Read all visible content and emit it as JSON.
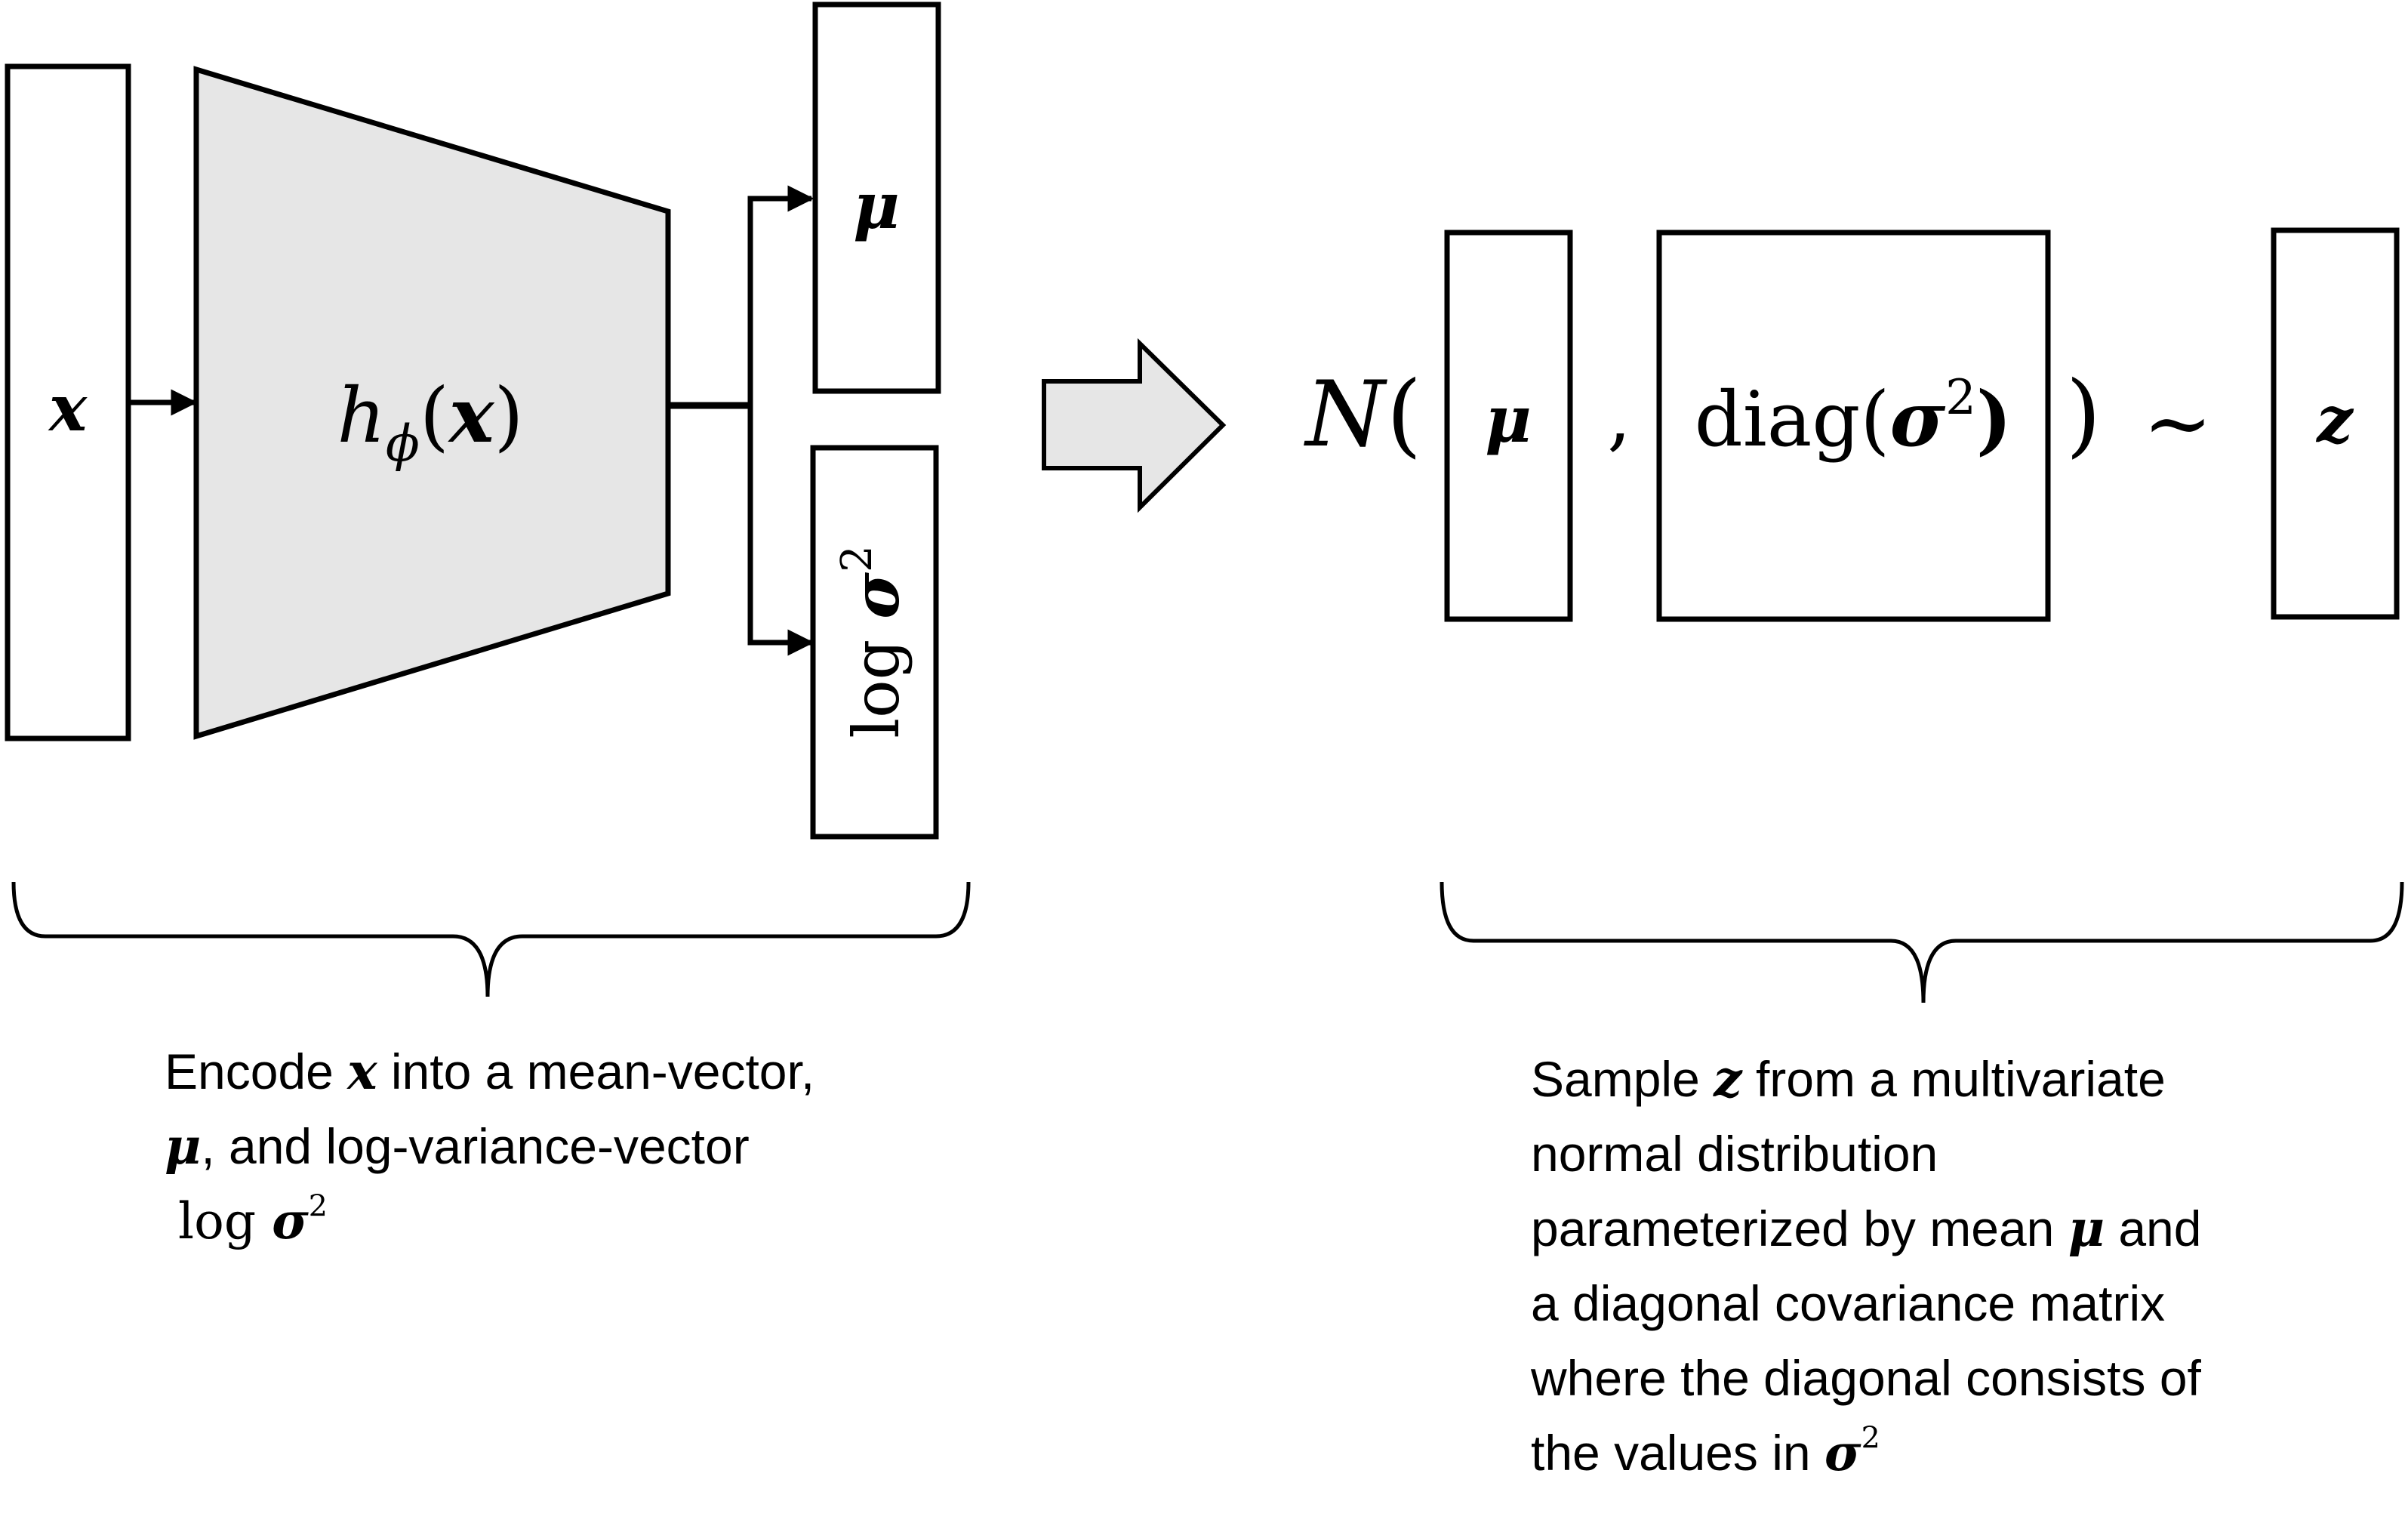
{
  "encoder": {
    "input_symbol": "x",
    "function_main": "h",
    "function_sub": "ϕ",
    "function_arg": "x",
    "mu_symbol": "μ",
    "logvar_prefix": "log",
    "logvar_symbol": "σ",
    "logvar_exp": "2"
  },
  "sampling": {
    "dist_name": "N",
    "open_paren": "(",
    "mu_symbol": "μ",
    "comma": ",",
    "diag_prefix": "diag(",
    "diag_symbol": "σ",
    "diag_exp": "2",
    "diag_close": ")",
    "close_paren": ")",
    "tilde": "∼",
    "z_symbol": "z"
  },
  "captions": {
    "left": {
      "l1_before": "Encode ",
      "l1_symbol": "x",
      "l1_after": " into a mean-vector,",
      "l2_symbol": "μ",
      "l2_after": ", and log-variance-vector",
      "l3_prefix": "log ",
      "l3_symbol": "σ",
      "l3_exp": "2"
    },
    "right": {
      "l1_before": "Sample ",
      "l1_symbol": "z",
      "l1_after": " from a multivariate",
      "l2": "normal distribution",
      "l3_before": "parameterized by mean ",
      "l3_symbol": "μ",
      "l3_after": " and",
      "l4": "a diagonal covariance matrix",
      "l5": "where the diagonal consists of",
      "l6_before": "the values in ",
      "l6_symbol": "σ",
      "l6_exp": "2"
    }
  }
}
